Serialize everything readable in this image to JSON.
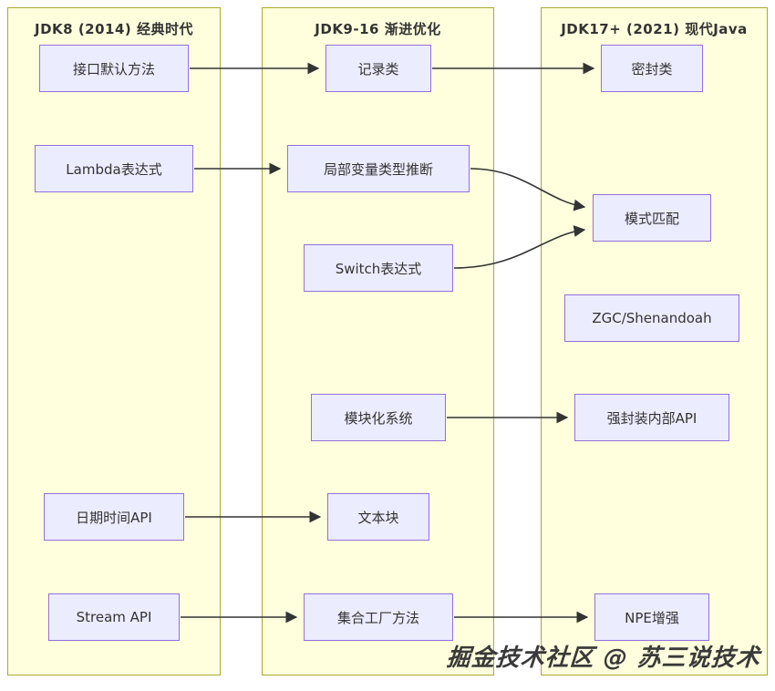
{
  "diagram": {
    "columns": [
      {
        "id": "jdk8",
        "title": "JDK8 (2014) 经典时代"
      },
      {
        "id": "jdk9_16",
        "title": "JDK9-16 渐进优化"
      },
      {
        "id": "jdk17",
        "title": "JDK17+ (2021) 现代Java"
      }
    ],
    "nodes": {
      "interface_default": {
        "label": "接口默认方法",
        "column": "jdk8"
      },
      "lambda": {
        "label": "Lambda表达式",
        "column": "jdk8"
      },
      "datetime_api": {
        "label": "日期时间API",
        "column": "jdk8"
      },
      "stream_api": {
        "label": "Stream API",
        "column": "jdk8"
      },
      "record": {
        "label": "记录类",
        "column": "jdk9_16"
      },
      "var_inference": {
        "label": "局部变量类型推断",
        "column": "jdk9_16"
      },
      "switch_expr": {
        "label": "Switch表达式",
        "column": "jdk9_16"
      },
      "modules": {
        "label": "模块化系统",
        "column": "jdk9_16"
      },
      "text_block": {
        "label": "文本块",
        "column": "jdk9_16"
      },
      "collection_factory": {
        "label": "集合工厂方法",
        "column": "jdk9_16"
      },
      "sealed": {
        "label": "密封类",
        "column": "jdk17"
      },
      "pattern_matching": {
        "label": "模式匹配",
        "column": "jdk17"
      },
      "zgc": {
        "label": "ZGC/Shenandoah",
        "column": "jdk17"
      },
      "strong_encapsulation": {
        "label": "强封装内部API",
        "column": "jdk17"
      },
      "npe": {
        "label": "NPE增强",
        "column": "jdk17"
      }
    },
    "edges": [
      {
        "from": "interface_default",
        "to": "record"
      },
      {
        "from": "record",
        "to": "sealed"
      },
      {
        "from": "lambda",
        "to": "var_inference"
      },
      {
        "from": "var_inference",
        "to": "pattern_matching"
      },
      {
        "from": "switch_expr",
        "to": "pattern_matching"
      },
      {
        "from": "modules",
        "to": "strong_encapsulation"
      },
      {
        "from": "datetime_api",
        "to": "text_block"
      },
      {
        "from": "stream_api",
        "to": "collection_factory"
      },
      {
        "from": "collection_factory",
        "to": "npe"
      }
    ],
    "watermark": "掘金技术社区 @ 苏三说技术",
    "colors": {
      "panel_fill": "#ffffde",
      "panel_border": "#aaaa33",
      "node_fill": "#ececff",
      "node_border": "#9370db",
      "edge": "#333333",
      "text": "#333333"
    }
  }
}
